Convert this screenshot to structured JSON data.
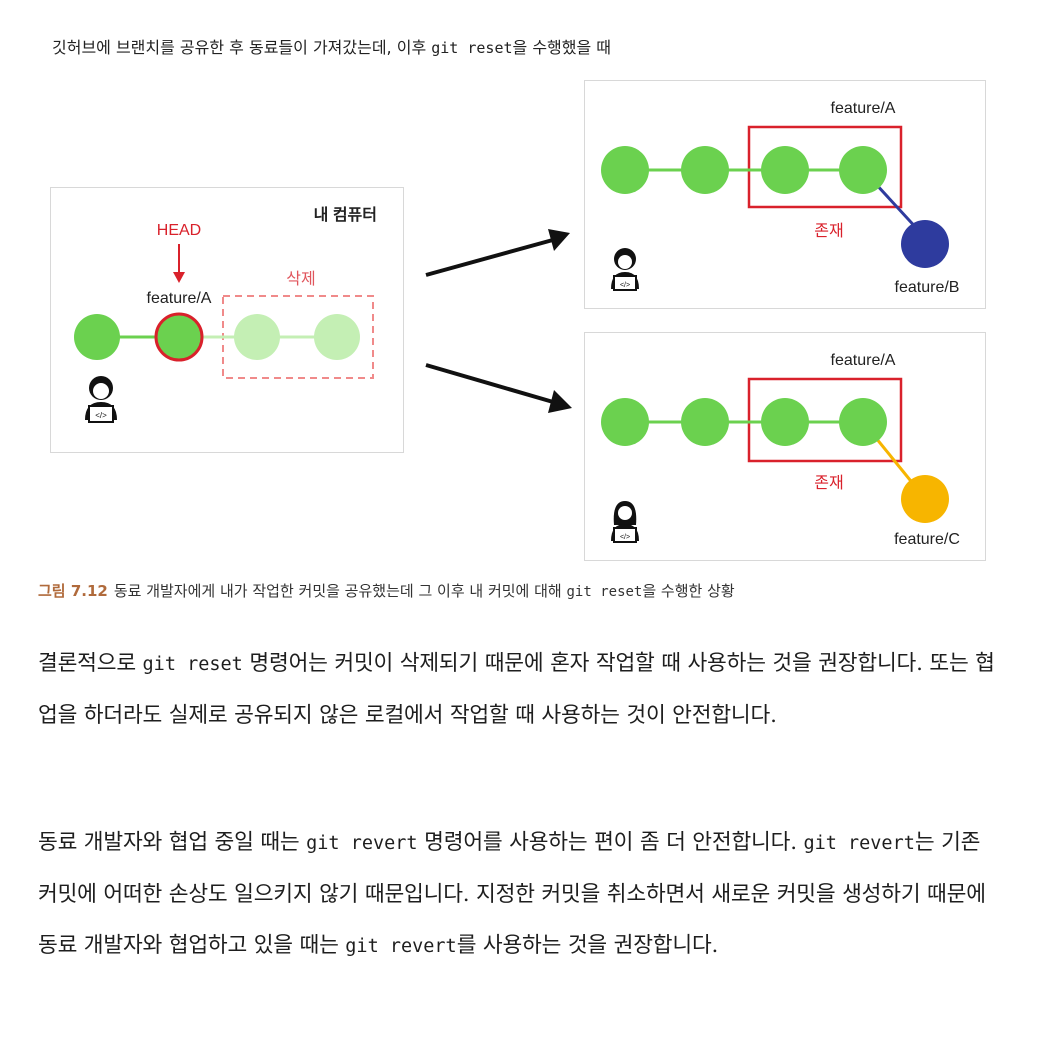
{
  "diagram": {
    "title_pre": "깃허브에 브랜치를 공유한 후 동료들이 가져갔는데, 이후 ",
    "title_code": "git reset",
    "title_post": "을 수행했을 때",
    "local_panel": {
      "label": "내 컴퓨터",
      "head_label": "HEAD",
      "branch_label": "feature/A",
      "deleted_label": "삭제"
    },
    "colleague_b": {
      "branch_label": "feature/A",
      "exists_label": "존재",
      "new_branch_label": "feature/B"
    },
    "colleague_c": {
      "branch_label": "feature/A",
      "exists_label": "존재",
      "new_branch_label": "feature/C"
    },
    "colors": {
      "commit": "#6bd14f",
      "commit_deleted": "#c4efb4",
      "head_red": "#d9212b",
      "dash_red": "#f08a8a",
      "feature_b": "#2e3b9e",
      "feature_c": "#f7b500"
    }
  },
  "caption": {
    "label": "그림 7.12",
    "text_pre": "동료 개발자에게 내가 작업한 커밋을 공유했는데 그 이후 내 커밋에 대해 ",
    "code": "git reset",
    "text_post": "을 수행한 상황"
  },
  "body": {
    "p1_a": "결론적으로 ",
    "p1_code": "git reset",
    "p1_b": " 명령어는 커밋이 삭제되기 때문에 혼자 작업할 때 사용하는 것을 권장합니다. 또는 협업을 하더라도 실제로 공유되지 않은 로컬에서 작업할 때 사용하는 것이 안전합니다.",
    "p2_a": "동료 개발자와 협업 중일 때는 ",
    "p2_code1": "git revert",
    "p2_b": " 명령어를 사용하는 편이 좀 더 안전합니다. ",
    "p2_code2": "git revert",
    "p2_c": "는 기존 커밋에 어떠한 손상도 일으키지 않기 때문입니다. 지정한 커밋을 취소하면서 새로운 커밋을 생성하기 때문에 동료 개발자와 협업하고 있을 때는 ",
    "p2_code3": "git revert",
    "p2_d": "를 사용하는 것을 권장합니다."
  }
}
